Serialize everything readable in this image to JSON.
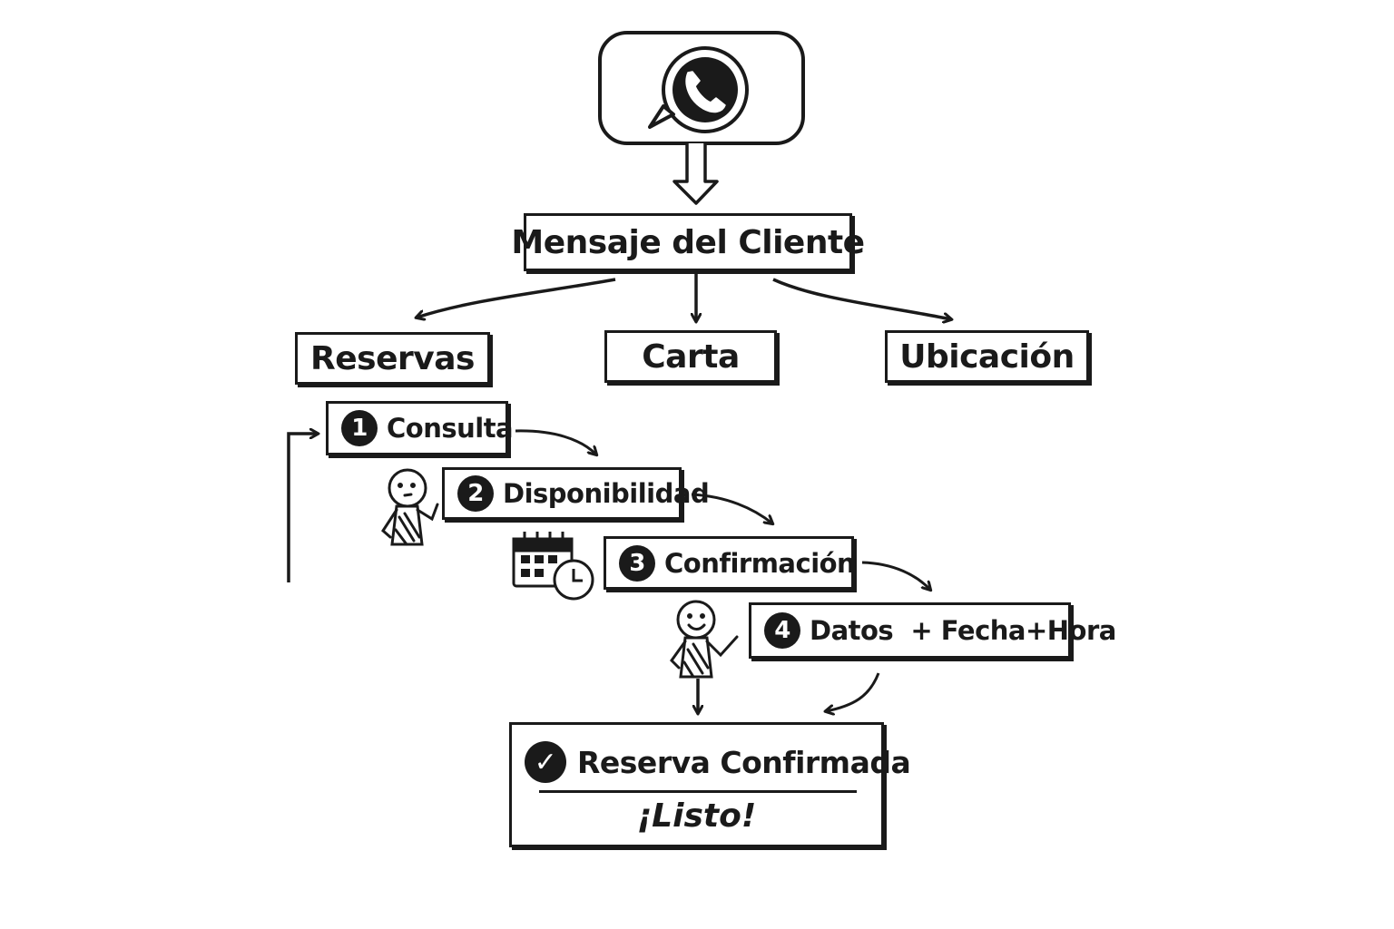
{
  "diagram": {
    "start_icon": "whatsapp-chat-bubble-icon",
    "root": {
      "label": "Mensaje del Cliente"
    },
    "branches": [
      {
        "label": "Reservas"
      },
      {
        "label": "Carta"
      },
      {
        "label": "Ubicación"
      }
    ],
    "steps": [
      {
        "number": "1",
        "label": "Consulta"
      },
      {
        "number": "2",
        "label": "Disponibilidad"
      },
      {
        "number": "3",
        "label": "Confirmación"
      },
      {
        "number": "4",
        "label": "Datos  + Fecha+Hora"
      }
    ],
    "result": {
      "icon": "check-circle-icon",
      "title": "Reserva Confirmada",
      "subtitle": "¡Listo!"
    },
    "illustrations": [
      "thinking-person-icon",
      "calendar-clock-icon",
      "happy-person-icon"
    ]
  }
}
